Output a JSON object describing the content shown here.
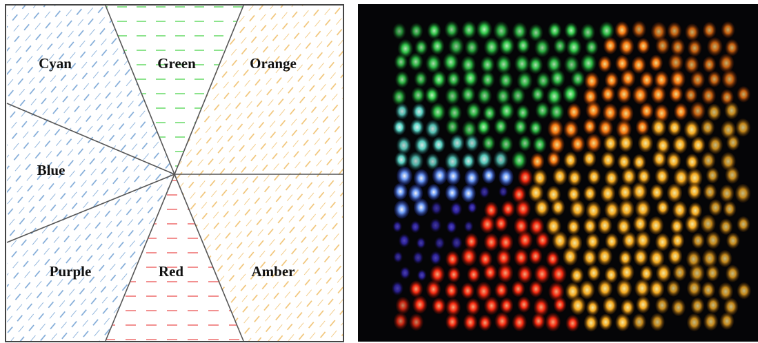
{
  "diagram": {
    "labels": {
      "cyan": "Cyan",
      "green": "Green",
      "orange": "Orange",
      "blue": "Blue",
      "purple": "Purple",
      "red": "Red",
      "amber": "Amber"
    },
    "hatch_colors": {
      "blue_hatch": "#7aa6d6",
      "green_hatch": "#7fe07f",
      "orange_hatch": "#f0c170",
      "red_hatch": "#f08484"
    }
  },
  "photo": {
    "background": "#050507",
    "led_colors": {
      "green": "#2fd04a",
      "cyan": "#5fe0d0",
      "blue": "#3a6dff",
      "purple": "#3a2bd0",
      "red": "#ff2a10",
      "orange": "#ff8a10",
      "amber": "#ffc020"
    }
  }
}
